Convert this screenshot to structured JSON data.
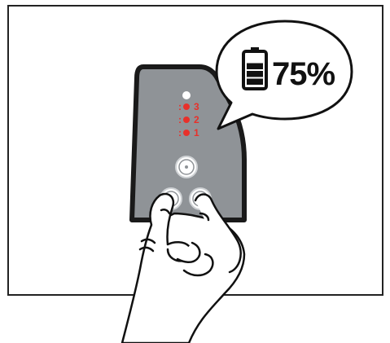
{
  "battery": {
    "percent_text": "75%",
    "level_fraction": 0.75,
    "icon": "battery-icon"
  },
  "leds": [
    {
      "label": "3",
      "color": "#e8302a"
    },
    {
      "label": "2",
      "color": "#e8302a"
    },
    {
      "label": "1",
      "color": "#e8302a"
    }
  ],
  "colors": {
    "device_body": "#8f9397",
    "device_outline": "#1a1a1a",
    "led_red": "#e8302a",
    "frame": "#222222"
  }
}
